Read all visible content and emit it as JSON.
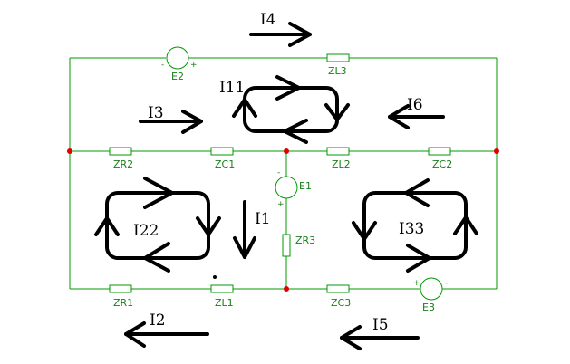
{
  "components": {
    "E1": "E1",
    "E2": "E2",
    "E3": "E3",
    "ZL1": "ZL1",
    "ZL2": "ZL2",
    "ZL3": "ZL3",
    "ZR1": "ZR1",
    "ZR2": "ZR2",
    "ZR3": "ZR3",
    "ZC1": "ZC1",
    "ZC2": "ZC2",
    "ZC3": "ZC3"
  },
  "currents": {
    "I1": "I1",
    "I2": "I2",
    "I3": "I3",
    "I4": "I4",
    "I5": "I5",
    "I6": "I6",
    "I11": "I11",
    "I22": "I22",
    "I33": "I33"
  },
  "polarity": {
    "minus": "-",
    "plus": "+"
  },
  "colors": {
    "wire": "#009900",
    "node": "#e00000",
    "ink": "#000000"
  }
}
